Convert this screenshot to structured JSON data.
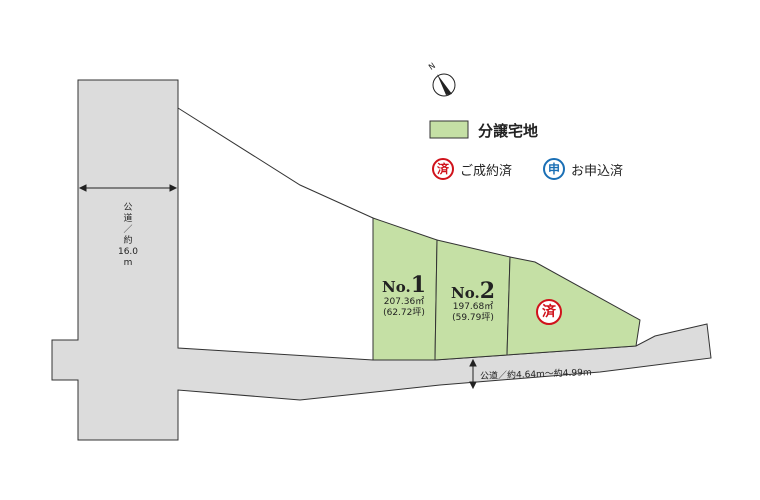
{
  "legend": {
    "compass_label": "N",
    "lot_swatch_label": "分譲宅地",
    "sold_stamp": "済",
    "sold_label": "ご成約済",
    "applied_stamp": "申",
    "applied_label": "お申込済"
  },
  "roads": {
    "west_road_label": [
      "公",
      "道",
      "／",
      "約",
      "16.0",
      "m"
    ],
    "south_road_label": "公道／約4.64m〜約4.99m"
  },
  "lots": [
    {
      "prefix": "No.",
      "number": "1",
      "area_sqm": "207.36㎡",
      "area_tsubo": "(62.72坪)"
    },
    {
      "prefix": "No.",
      "number": "2",
      "area_sqm": "197.68㎡",
      "area_tsubo": "(59.79坪)"
    },
    {
      "stamp": "済"
    }
  ],
  "colors": {
    "lot": "#c5e0a5",
    "road": "#dcdcdc",
    "sold": "#d0121b",
    "applied": "#1a6fb5"
  }
}
